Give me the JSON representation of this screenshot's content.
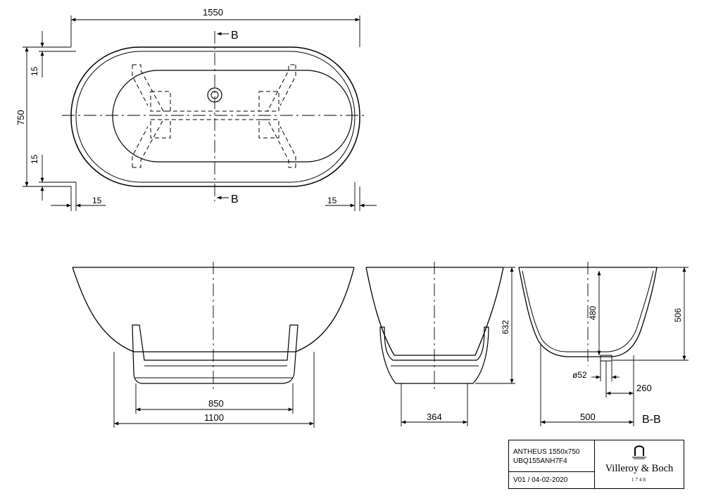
{
  "drawing": {
    "plan_view": {
      "overall_length": "1550",
      "overall_width": "750",
      "rim_top": "15",
      "rim_bottom": "15",
      "rim_left": "15",
      "rim_right": "15",
      "section_top": "B",
      "section_bottom": "B"
    },
    "front_elevation": {
      "support_width": "850",
      "base_width": "1100"
    },
    "side_elevation": {
      "height": "632",
      "base_width": "364"
    },
    "section_bb": {
      "label": "B-B",
      "total_height": "506",
      "inner_depth": "480",
      "waste_diameter": "ø52",
      "waste_offset": "260",
      "base_width": "500"
    }
  },
  "title_block": {
    "line1": "ANTHEUS 1550x750",
    "line2": "UBQ155ANH7F4",
    "version": "V01 / 04-02-2020",
    "brand": "Villeroy & Boch",
    "year": "1748"
  }
}
